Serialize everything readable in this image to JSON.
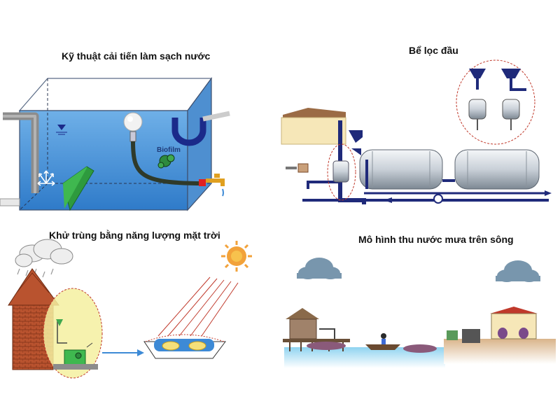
{
  "panels": {
    "water_tank": {
      "title": "Kỹ thuật cải tiến làm sạch nước",
      "biofilm_label": "Biofilm"
    },
    "pre_filter": {
      "title": "Bể lọc đầu"
    },
    "solar": {
      "title": "Khử trùng bằng năng lượng mặt trời"
    },
    "rain_river": {
      "title": "Mô hình thu nước mưa trên sông"
    }
  },
  "colors": {
    "water": "#3d8ad6",
    "water_light": "#7fc4ef",
    "pipe_dark": "#1f2a7a",
    "pipe_grey": "#8c8c8c",
    "red_outline": "#c0392b",
    "highlight_yellow": "#f5f0a0",
    "brick": "#b9532f",
    "sun": "#f2a23a",
    "cloud": "#7896ad",
    "green_block": "#2e9a3e"
  }
}
